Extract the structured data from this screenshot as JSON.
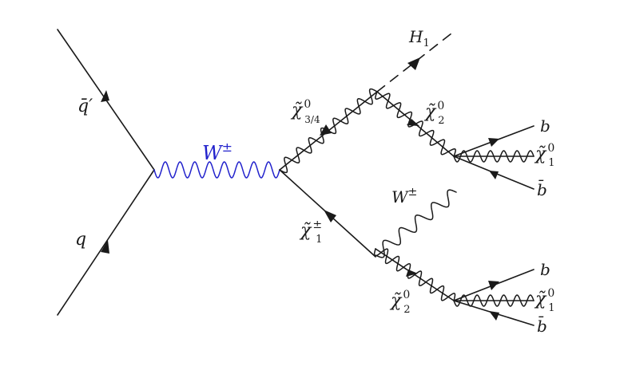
{
  "accent_color": "#2222cc",
  "line_color": "#1a1a1a",
  "labels": {
    "q_bar_prime": "q̄′",
    "q": "q",
    "w_pm_blue": "W",
    "w_pm_blue_sup": "±",
    "chi0_34": "χ̃",
    "chi0_34_sup": "0",
    "chi0_34_sub": "3/4",
    "chi_pm_1": "χ̃",
    "chi_pm_1_sup": "±",
    "chi_pm_1_sub": "1",
    "h1": "H",
    "h1_sub": "1",
    "chi0_2_upper": "χ̃",
    "chi0_2_upper_sup": "0",
    "chi0_2_upper_sub": "2",
    "chi0_2_lower": "χ̃",
    "chi0_2_lower_sup": "0",
    "chi0_2_lower_sub": "2",
    "w_pm_black": "W",
    "w_pm_black_sup": "±",
    "b_upper": "b",
    "bbar_upper": "b̄",
    "chi0_1_upper": "χ̃",
    "chi0_1_upper_sup": "0",
    "chi0_1_upper_sub": "1",
    "b_lower": "b",
    "bbar_lower": "b̄",
    "chi0_1_lower": "χ̃",
    "chi0_1_lower_sup": "0",
    "chi0_1_lower_sub": "1"
  }
}
